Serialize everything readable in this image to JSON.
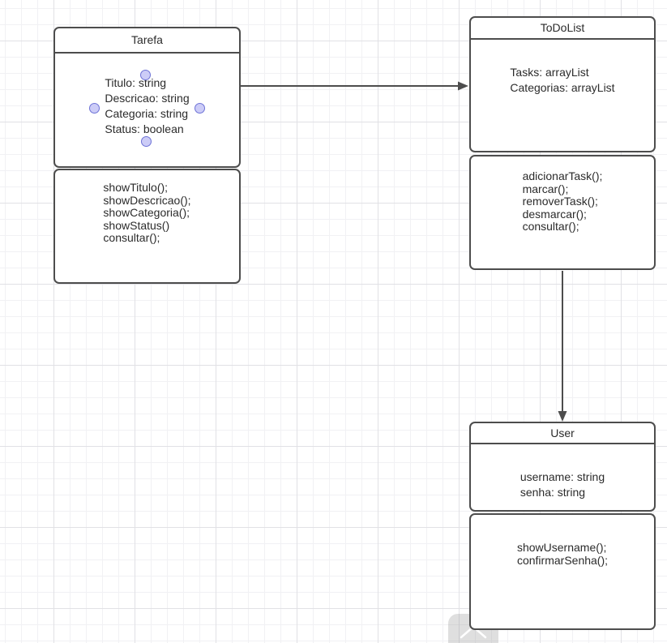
{
  "diagram": {
    "type": "uml-class-diagram",
    "classes": [
      {
        "title": "Tarefa",
        "attributes": [
          "Titulo: string",
          "Descricao: string",
          "Categoria: string",
          "Status: boolean"
        ],
        "methods": [
          "showTitulo();",
          "showDescricao();",
          "showCategoria();",
          "showStatus()",
          "consultar();"
        ]
      },
      {
        "title": "ToDoList",
        "attributes": [
          "Tasks: arrayList",
          "Categorias: arrayList"
        ],
        "methods": [
          "adicionarTask();",
          "marcar();",
          "removerTask();",
          "desmarcar();",
          "consultar();"
        ]
      },
      {
        "title": "User",
        "attributes": [
          "username: string",
          "senha: string"
        ],
        "methods": [
          "showUsername();",
          "confirmarSenha();"
        ]
      }
    ],
    "connections": [
      {
        "from": "Tarefa",
        "to": "ToDoList",
        "direction": "right",
        "arrowhead": "filled-triangle"
      },
      {
        "from": "ToDoList",
        "to": "User",
        "direction": "down",
        "arrowhead": "filled-triangle"
      }
    ],
    "colors": {
      "shape_border": "#4d4d4d",
      "shape_fill": "#ffffff",
      "text": "#2b2b2b",
      "arrow": "#4d4d4d",
      "grid_minor": "#f1f1f4",
      "grid_major": "#e1e1e5",
      "connection_point_fill": "#ccccf7",
      "connection_point_border": "#6d72d6",
      "dock_toggle_fill": "#d9d9d9",
      "dock_chevron": "#ffffff"
    }
  },
  "footer": {
    "dock_toggle_icon": "chevron-up"
  }
}
